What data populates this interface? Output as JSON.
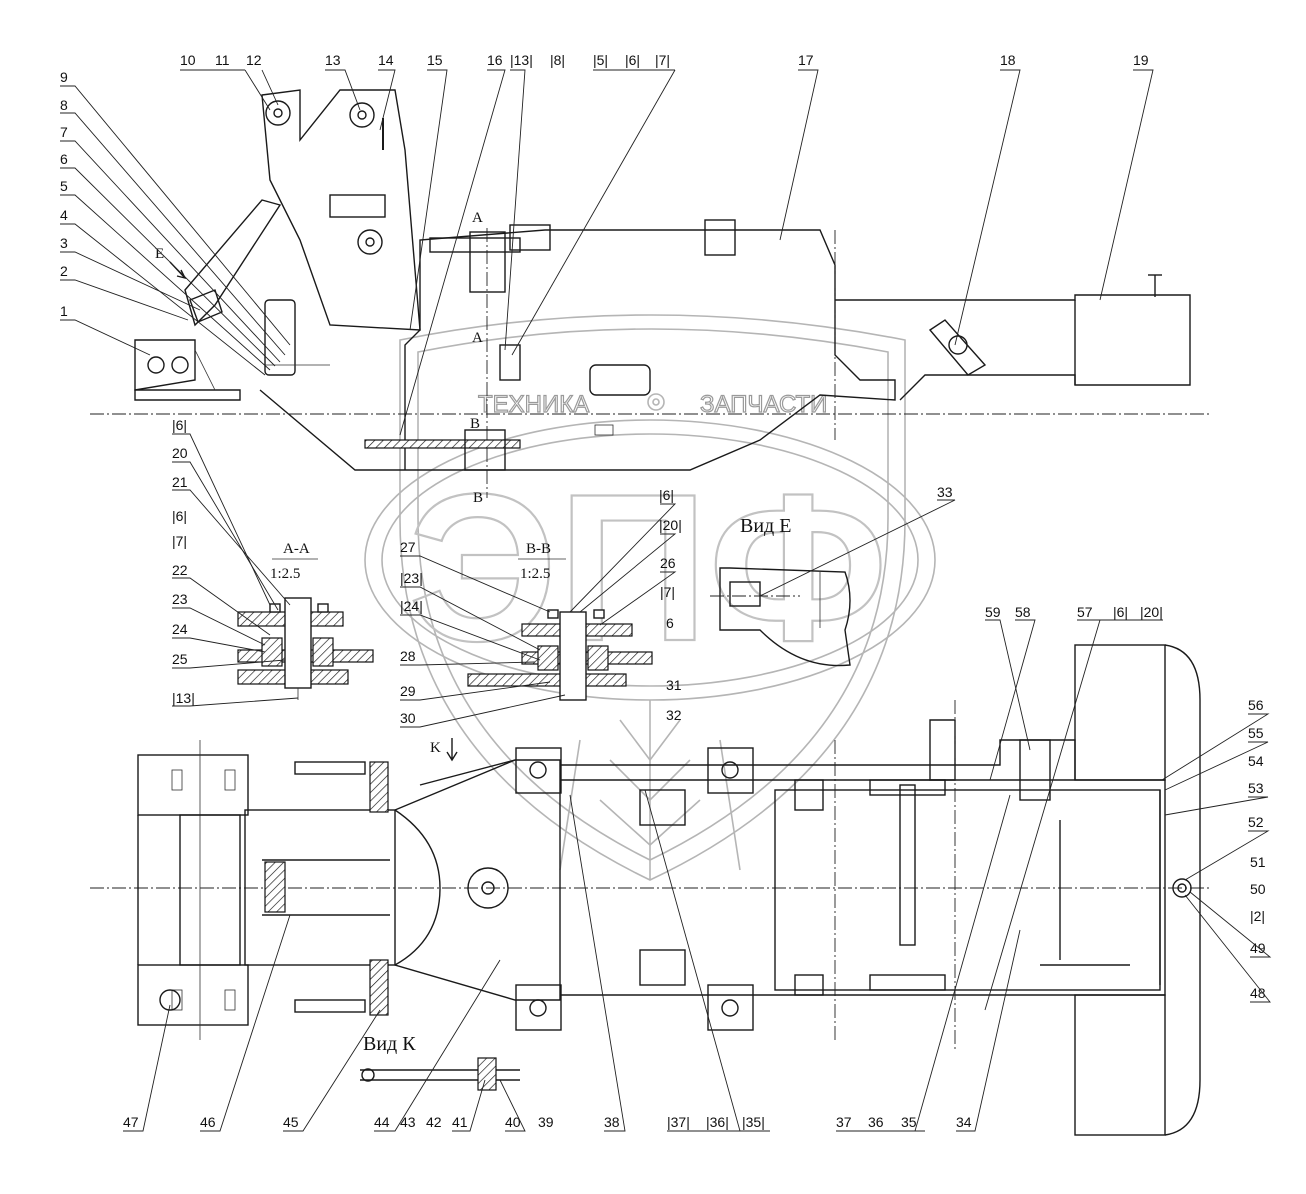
{
  "labels": {
    "section_aa": "A-A",
    "scale_aa": "1:2.5",
    "section_bb": "B-B",
    "scale_bb": "1:2.5",
    "view_e": "Вид Е",
    "view_k": "Вид К",
    "letter_a": "A",
    "letter_b": "B",
    "letter_e": "E",
    "letter_k": "K"
  },
  "watermark": {
    "line1_left": "ТЕХНИКА",
    "line1_right": "ЗАПЧАСТИ",
    "logo": "ЭПФ",
    "gear_icon": "gear-icon"
  },
  "callouts_top": [
    "10",
    "11",
    "12",
    "13",
    "14",
    "15",
    "16",
    "|13|",
    "|8|",
    "|5|",
    "|6|",
    "|7|",
    "17",
    "18",
    "19"
  ],
  "callouts_left": [
    "9",
    "8",
    "7",
    "6",
    "5",
    "4",
    "3",
    "2",
    "1"
  ],
  "callouts_aa": [
    "|6|",
    "20",
    "21",
    "|6|",
    "|7|",
    "22",
    "23",
    "24",
    "25",
    "|13|"
  ],
  "callouts_bb": [
    "27",
    "|23|",
    "|24|",
    "28",
    "29",
    "30",
    "|6|",
    "|20|",
    "26",
    "|7|",
    "6",
    "31",
    "32"
  ],
  "callouts_view_e": [
    "33"
  ],
  "callouts_right_top": [
    "59",
    "58",
    "57",
    "|6|",
    "|20|"
  ],
  "callouts_right": [
    "56",
    "55",
    "54",
    "53",
    "52",
    "51",
    "50",
    "|2|",
    "49",
    "48"
  ],
  "callouts_bottom": [
    "47",
    "46",
    "45",
    "44",
    "43",
    "42",
    "41",
    "40",
    "39",
    "38",
    "|37|",
    "|36|",
    "|35|",
    "37",
    "36",
    "35",
    "34"
  ],
  "colors": {
    "line": "#1a1a1a",
    "watermark": "#b5b5b5"
  }
}
